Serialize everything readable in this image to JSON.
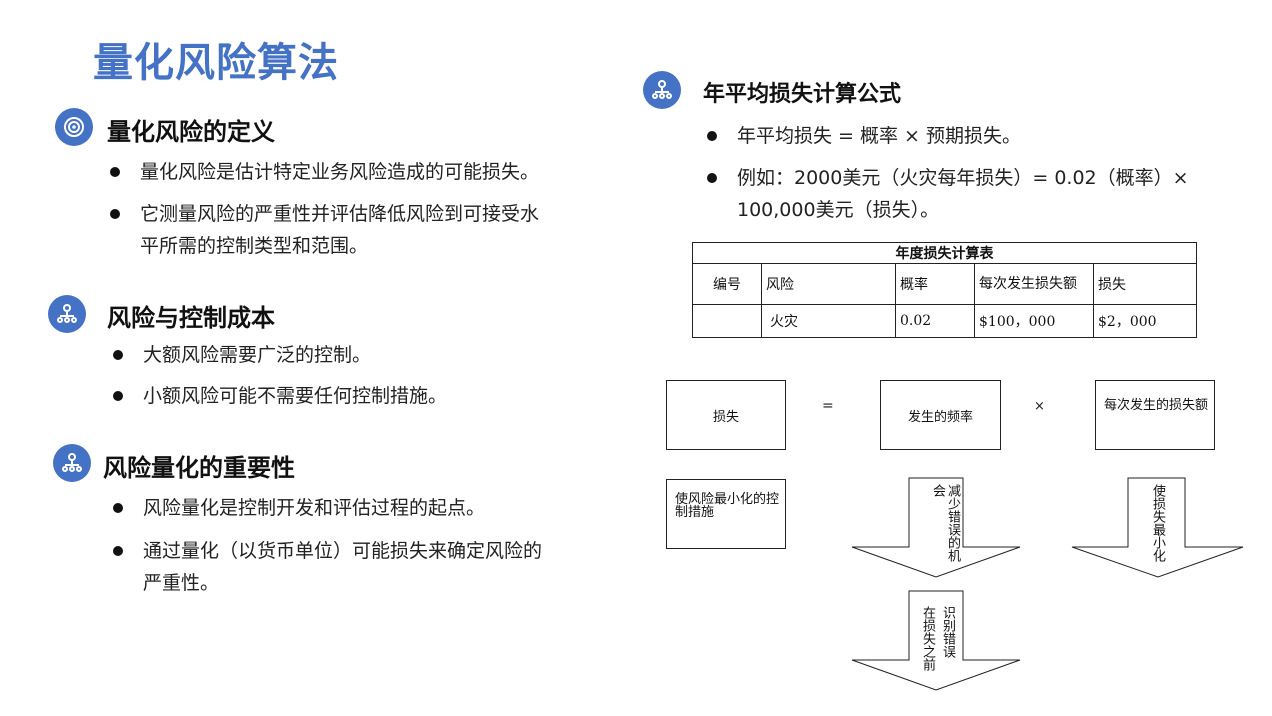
{
  "title": "量化风险算法",
  "left": {
    "sections": [
      {
        "heading": "量化风险的定义",
        "icon": "target-icon",
        "bullets": [
          "量化风险是估计特定业务风险造成的可能损失。",
          "它测量风险的严重性并评估降低风险到可接受水",
          "平所需的控制类型和范围。"
        ]
      },
      {
        "heading": "风险与控制成本",
        "icon": "network-icon",
        "bullets": [
          "大额风险需要广泛的控制。",
          "小额风险可能不需要任何控制措施。"
        ]
      },
      {
        "heading": "风险量化的重要性",
        "icon": "network-icon",
        "bullets": [
          "风险量化是控制开发和评估过程的起点。",
          "通过量化（以货币单位）可能损失来确定风险的",
          "严重性。"
        ]
      }
    ]
  },
  "right": {
    "heading": "年平均损失计算公式",
    "icon": "network-icon",
    "bullets": [
      "年平均损失 = 概率 × 预期损失。",
      "例如：2000美元（火灾每年损失）= 0.02（概率）×",
      "100,000美元（损失）。"
    ]
  },
  "table": {
    "caption": "年度损失计算表",
    "headers": [
      "编号",
      "风险",
      "概率",
      "每次发生损失额",
      "损失"
    ],
    "rows": [
      [
        "",
        "火灾",
        "0.02",
        "$100，000",
        "$2，000"
      ]
    ]
  },
  "diagram": {
    "loss": "损失",
    "equals": "=",
    "frequency": "发生的频率",
    "times": "×",
    "amount": "每次发生的损失额",
    "minimize_controls": "使风险最小化的控制措施",
    "reduce_chance": "减少错误的机会",
    "minimize_loss": "使损失最小化",
    "identify_before": [
      "识别错误",
      "在损失之前"
    ]
  }
}
